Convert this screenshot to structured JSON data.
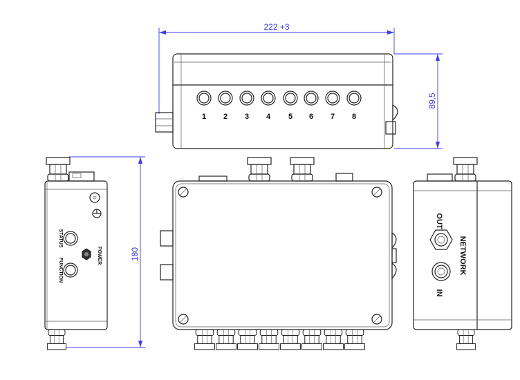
{
  "dimensions": {
    "width": "222 +3",
    "height_side": "89,5",
    "length": "180"
  },
  "top_view": {
    "port_numbers": [
      "1",
      "2",
      "3",
      "4",
      "5",
      "6",
      "7",
      "8"
    ]
  },
  "left_view": {
    "status_label": "STATUS",
    "function_label": "FUNCTION",
    "power_label": "POWER"
  },
  "right_view": {
    "out_label": "OUT",
    "network_label": "NETWORK",
    "in_label": "IN"
  },
  "colors": {
    "dimension": "#3a3aff",
    "outline": "#222222"
  }
}
